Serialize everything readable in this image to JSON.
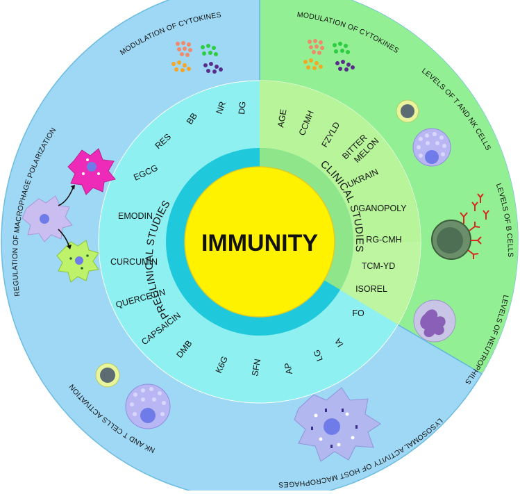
{
  "center": {
    "title": "IMMUNITY"
  },
  "rings": {
    "preclinical": "PRECLINICAL STUDIES",
    "clinical": "CLINICAL STUDIES"
  },
  "preclinical_items": [
    "DG",
    "NR",
    "BB",
    "RES",
    "EGCG",
    "EMODIN",
    "CURCUMIN",
    "QUERCETIN",
    "CAPSAICIN",
    "DMB",
    "K6G",
    "SFN",
    "AP",
    "LG",
    "IA"
  ],
  "clinical_items": [
    "AGE",
    "CCMH",
    "FZYLD",
    "BITTER",
    "MELON",
    "UKRAIN",
    "GANOPOLY",
    "RG-CMH",
    "TCM-YD",
    "ISOREL",
    "FO"
  ],
  "outer_labels": {
    "cytokines_left": "MODULATION OF CYTOKINES",
    "cytokines_right": "MODULATION OF CYTOKINES",
    "t_nk": "LEVELS OF T AND NK CELLS",
    "b_cells": "LEVELS OF B CELLS",
    "neutrophils": "LEVELS OF NEUTROPHILS",
    "lysosomal": "LYSOSOMAL ACTIVITY OF HOST MACROPHAGES",
    "nk_t": "NK AND T CELLS ACTIVATION",
    "macrophage": "REGULATION OF MACROPHAGE POLARIZATION"
  },
  "colors": {
    "outer_blue": "#9fd8f5",
    "outer_green": "#93ef93",
    "mid_cyan": "#8ef0f0",
    "mid_green": "#bdf5a0",
    "inner_ring": "#1fc9db",
    "inner_ring_green": "#8fe68a",
    "center": "#fff200",
    "center_stroke": "#d9cc2a"
  }
}
